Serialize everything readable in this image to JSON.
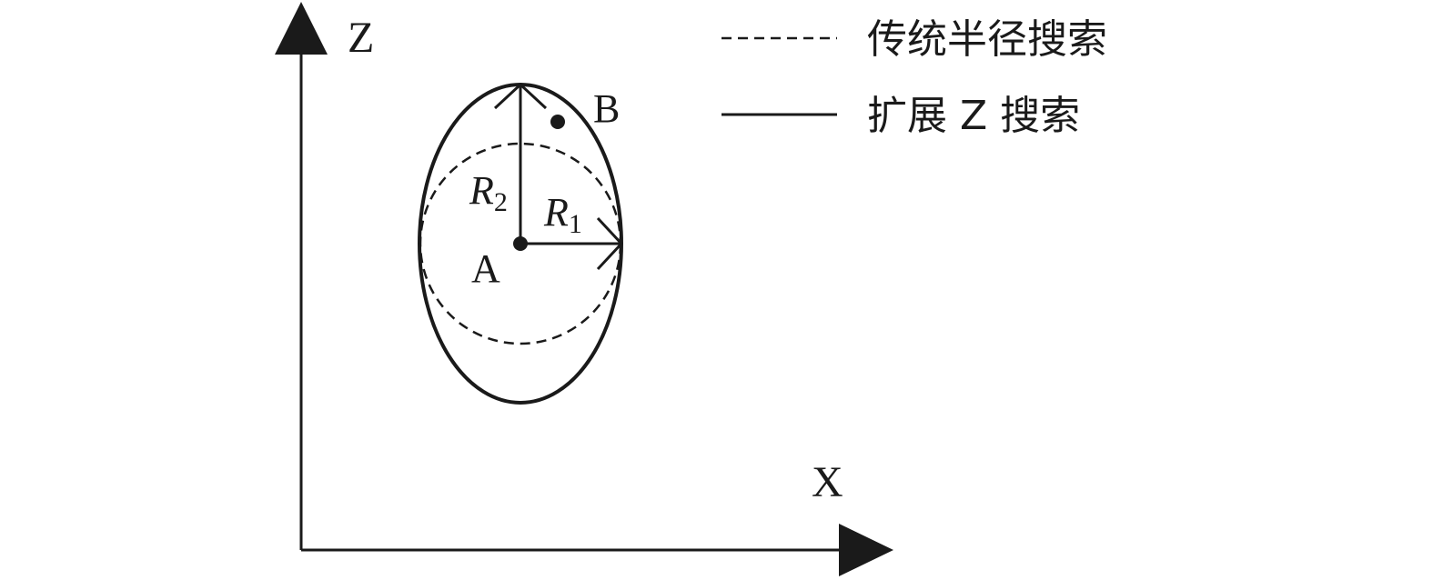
{
  "axes": {
    "z_label": "Z",
    "x_label": "X"
  },
  "points": {
    "a_label": "A",
    "b_label": "B"
  },
  "radii": {
    "r1_symbol": "R",
    "r1_subscript": "1",
    "r2_symbol": "R",
    "r2_subscript": "2"
  },
  "legend": {
    "traditional_label": "传统半径搜索",
    "extended_label": "扩展 Z 搜索"
  },
  "colors": {
    "stroke": "#1a1a1a",
    "background": "#ffffff"
  }
}
